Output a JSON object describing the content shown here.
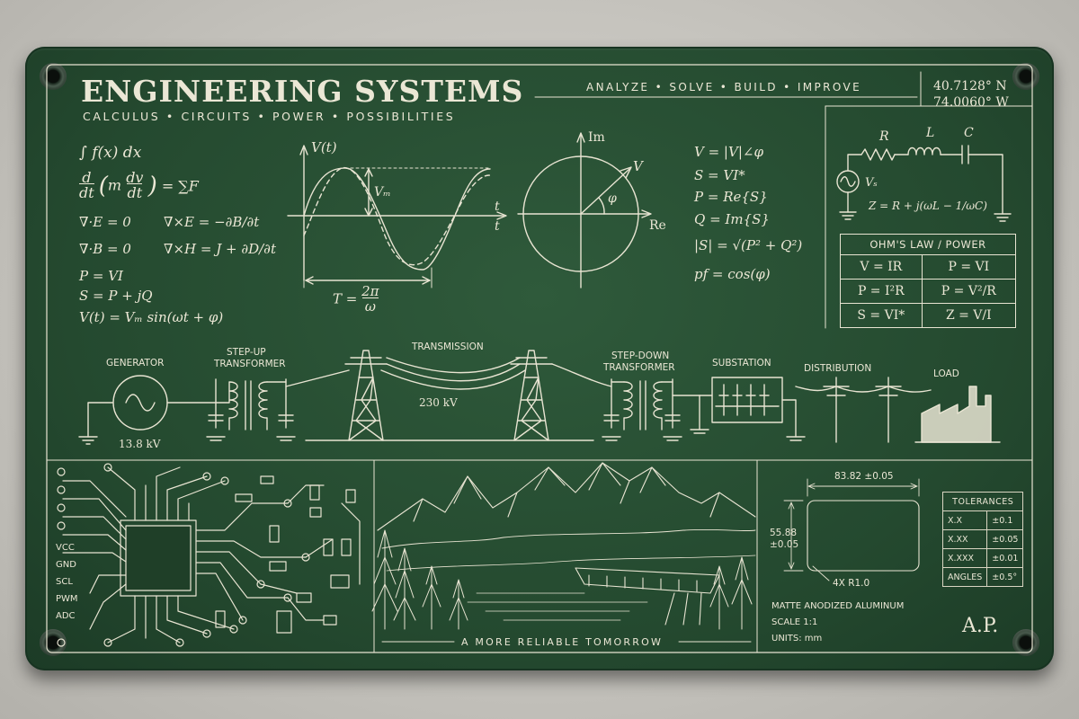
{
  "header": {
    "title": "ENGINEERING SYSTEMS",
    "subtitle": "CALCULUS • CIRCUITS • POWER • POSSIBILITIES",
    "tagline": "ANALYZE • SOLVE • BUILD • IMPROVE",
    "coord_lat": "40.7128° N",
    "coord_lon": "74.0060° W"
  },
  "equations": {
    "integral": "∫ f(x) dx",
    "newton_rhs": "= ∑F",
    "maxwell1": "∇·E = 0",
    "maxwell2": "∇×E = −∂B/∂t",
    "maxwell3": "∇·B = 0",
    "maxwell4": "∇×H = J + ∂D/∂t",
    "power1": "P = VI",
    "power2": "S = P + jQ",
    "sine": "V(t) = Vₘ sin(ωt + φ)"
  },
  "waveform": {
    "ylabel": "V(t)",
    "amp_label": "Vₘ",
    "t1": "t",
    "t2": "t",
    "period_lhs": "T =",
    "period_num": "2π",
    "period_den": "ω"
  },
  "phasor": {
    "im": "Im",
    "re": "Re",
    "v": "V",
    "phi": "φ"
  },
  "phasor_equations": {
    "e1": "V = |V|∠φ",
    "e2": "S = VI*",
    "e3": "P = Re{S}",
    "e4": "Q = Im{S}",
    "e5": "|S| = √(P² + Q²)",
    "e6": "pf = cos(φ)"
  },
  "rlc": {
    "r": "R",
    "l": "L",
    "c": "C",
    "vs": "Vₛ",
    "z": "Z = R + j(ωL − 1/ωC)"
  },
  "ohms_table": {
    "title": "OHM'S LAW / POWER",
    "rows": [
      [
        "V = IR",
        "P = VI"
      ],
      [
        "P = I²R",
        "P = V²/R"
      ],
      [
        "S = VI*",
        "Z = V/I"
      ]
    ]
  },
  "grid": {
    "generator": "GENERATOR",
    "generator_voltage": "13.8 kV",
    "step_up_1": "STEP-UP",
    "step_up_2": "TRANSFORMER",
    "transmission": "TRANSMISSION",
    "transmission_voltage": "230 kV",
    "step_down_1": "STEP-DOWN",
    "step_down_2": "TRANSFORMER",
    "substation": "SUBSTATION",
    "distribution": "DISTRIBUTION",
    "load": "LOAD"
  },
  "pins": [
    "VCC",
    "GND",
    "SCL",
    "PWM",
    "ADC"
  ],
  "landscape_caption": "A MORE RELIABLE TOMORROW",
  "drawing": {
    "width": "83.82 ±0.05",
    "height_1": "55.88",
    "height_2": "±0.05",
    "radius": "4X R1.0",
    "material": "MATTE ANODIZED ALUMINUM",
    "scale": "SCALE 1:1",
    "units": "UNITS: mm",
    "initials": "A.P."
  },
  "tolerances": {
    "title": "TOLERANCES",
    "rows": [
      [
        "X.X",
        "±0.1"
      ],
      [
        "X.XX",
        "±0.05"
      ],
      [
        "X.XXX",
        "±0.01"
      ],
      [
        "ANGLES",
        "±0.5°"
      ]
    ]
  },
  "colors": {
    "plate": "#24492f",
    "ink": "#ebe7d5",
    "background": "#c8c6c0"
  },
  "icons": [
    "sine-source-icon",
    "transformer-icon",
    "pylon-icon",
    "factory-icon",
    "chip-icon",
    "mountains-icon",
    "dam-icon"
  ]
}
